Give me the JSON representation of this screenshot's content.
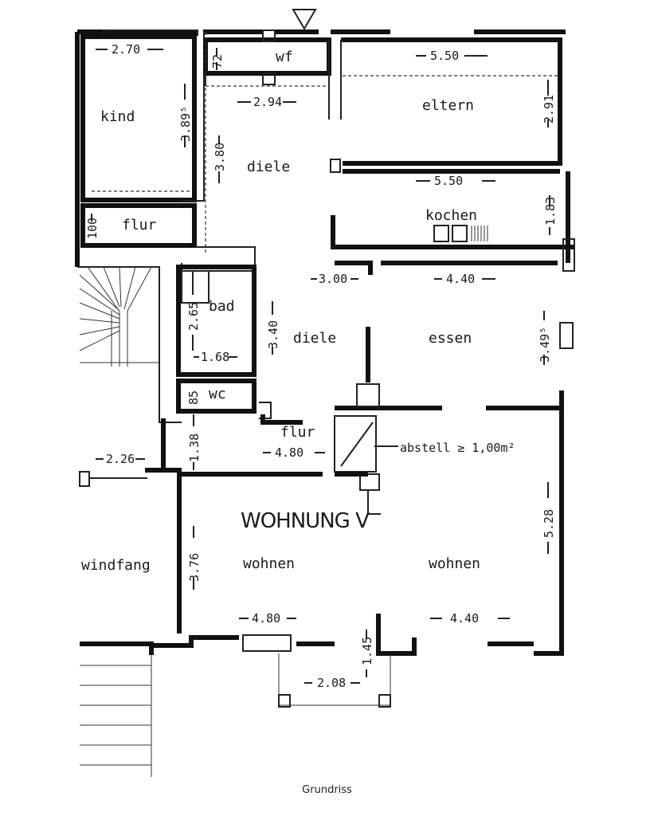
{
  "plan": {
    "unit_title": "WOHNUNG V",
    "rooms": {
      "kind": "kind",
      "wf": "wf",
      "eltern": "eltern",
      "diele_top": "diele",
      "flur_left": "flur",
      "kochen": "kochen",
      "bad": "bad",
      "diele_mid": "diele",
      "essen": "essen",
      "wc": "wc",
      "flur_mid": "flur",
      "abstell": "abstell ≥ 1,00m²",
      "windfang": "windfang",
      "wohnen_left": "wohnen",
      "wohnen_right": "wohnen"
    },
    "dimensions": {
      "kind_width": "2.70",
      "kind_depth": "3.89⁵",
      "wf_depth": "72",
      "diele_width": "2.94",
      "diele_depth": "3.80",
      "eltern_width": "5.50",
      "eltern_depth": "2.91",
      "kochen_width": "5.50",
      "kochen_depth": "1.83",
      "flur_depth": "100",
      "bad_depth": "2.65",
      "bad_width": "1.68",
      "wc_depth": "85",
      "diele_mid_width": "3.00",
      "diele_mid_depth": "3.40",
      "essen_width": "4.40",
      "essen_depth": "3.49⁵",
      "flur_mid_depth": "1.38",
      "flur_mid_width": "4.80",
      "windfang_width": "2.26",
      "wohnen_depth_left": "3.76",
      "wohnen_width_left": "4.80",
      "wohnen_depth_right": "5.28",
      "wohnen_width_right": "4.40",
      "balcony_depth": "1.45",
      "balcony_width": "2.08"
    }
  },
  "caption": "Grundriss"
}
